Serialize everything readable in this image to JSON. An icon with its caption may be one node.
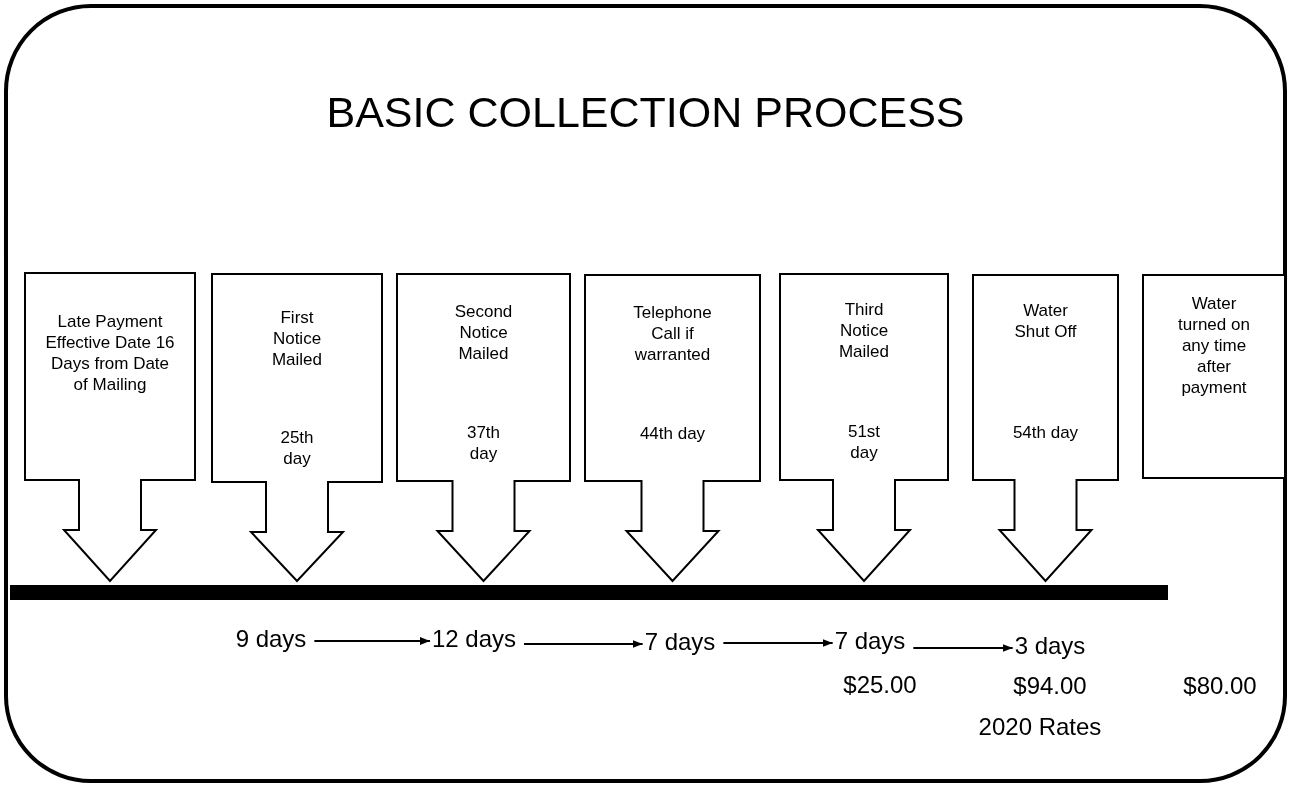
{
  "diagram": {
    "title": "BASIC COLLECTION PROCESS",
    "nodes": [
      {
        "text": [
          "Late Payment Effective Date 16 Days from Date of Mailing"
        ]
      },
      {
        "text": [
          "First Notice Mailed",
          "25th day"
        ]
      },
      {
        "text": [
          "Second Notice Mailed",
          "37th day"
        ]
      },
      {
        "text": [
          "Telephone Call if warranted",
          "44th day"
        ]
      },
      {
        "text": [
          "Third Notice Mailed",
          "51st day"
        ]
      },
      {
        "text": [
          "Water Shut Off",
          "54th day"
        ]
      },
      {
        "text": [
          "Water turned on any time after payment"
        ]
      },
      {
        "text": [],
        "shape": "bar"
      },
      {
        "text": [
          "9 days"
        ]
      },
      {
        "text": [
          "12 days"
        ]
      },
      {
        "text": [
          "7 days"
        ]
      },
      {
        "text": [
          "7 days"
        ]
      },
      {
        "text": [
          "3 days"
        ]
      }
    ],
    "edges": [
      {
        "from": 8,
        "to": 9,
        "arrow": "to"
      },
      {
        "from": 9,
        "to": 10,
        "arrow": "to"
      },
      {
        "from": 10,
        "to": 11,
        "arrow": "to"
      },
      {
        "from": 11,
        "to": 12,
        "arrow": "to"
      }
    ],
    "labels": [
      "$25.00",
      "$94.00",
      "$80.00",
      "2020 Rates"
    ]
  }
}
